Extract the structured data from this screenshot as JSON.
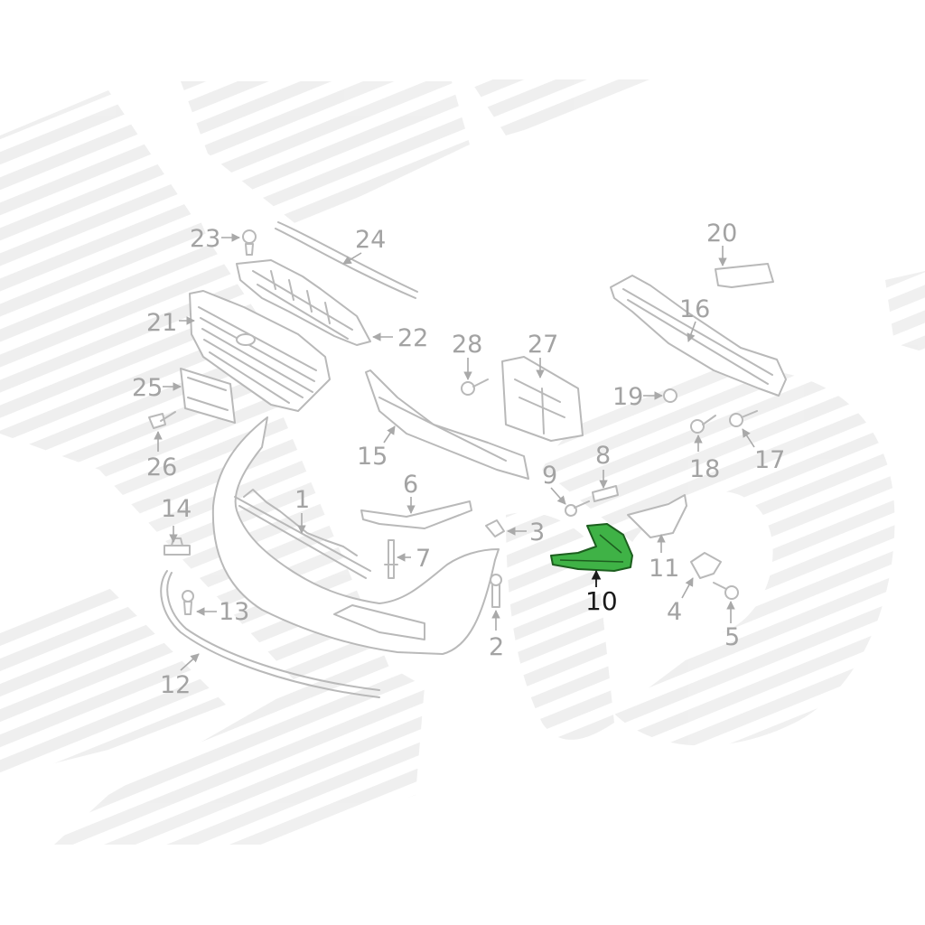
{
  "diagram": {
    "highlighted_part": "10",
    "highlight_color": "#3fb246",
    "watermark_color": "#ececec"
  },
  "callouts": {
    "c1": "1",
    "c2": "2",
    "c3": "3",
    "c4": "4",
    "c5": "5",
    "c6": "6",
    "c7": "7",
    "c8": "8",
    "c9": "9",
    "c10": "10",
    "c11": "11",
    "c12": "12",
    "c13": "13",
    "c14": "14",
    "c15": "15",
    "c16": "16",
    "c17": "17",
    "c18": "18",
    "c19": "19",
    "c20": "20",
    "c21": "21",
    "c22": "22",
    "c23": "23",
    "c24": "24",
    "c25": "25",
    "c26": "26",
    "c27": "27",
    "c28": "28"
  }
}
